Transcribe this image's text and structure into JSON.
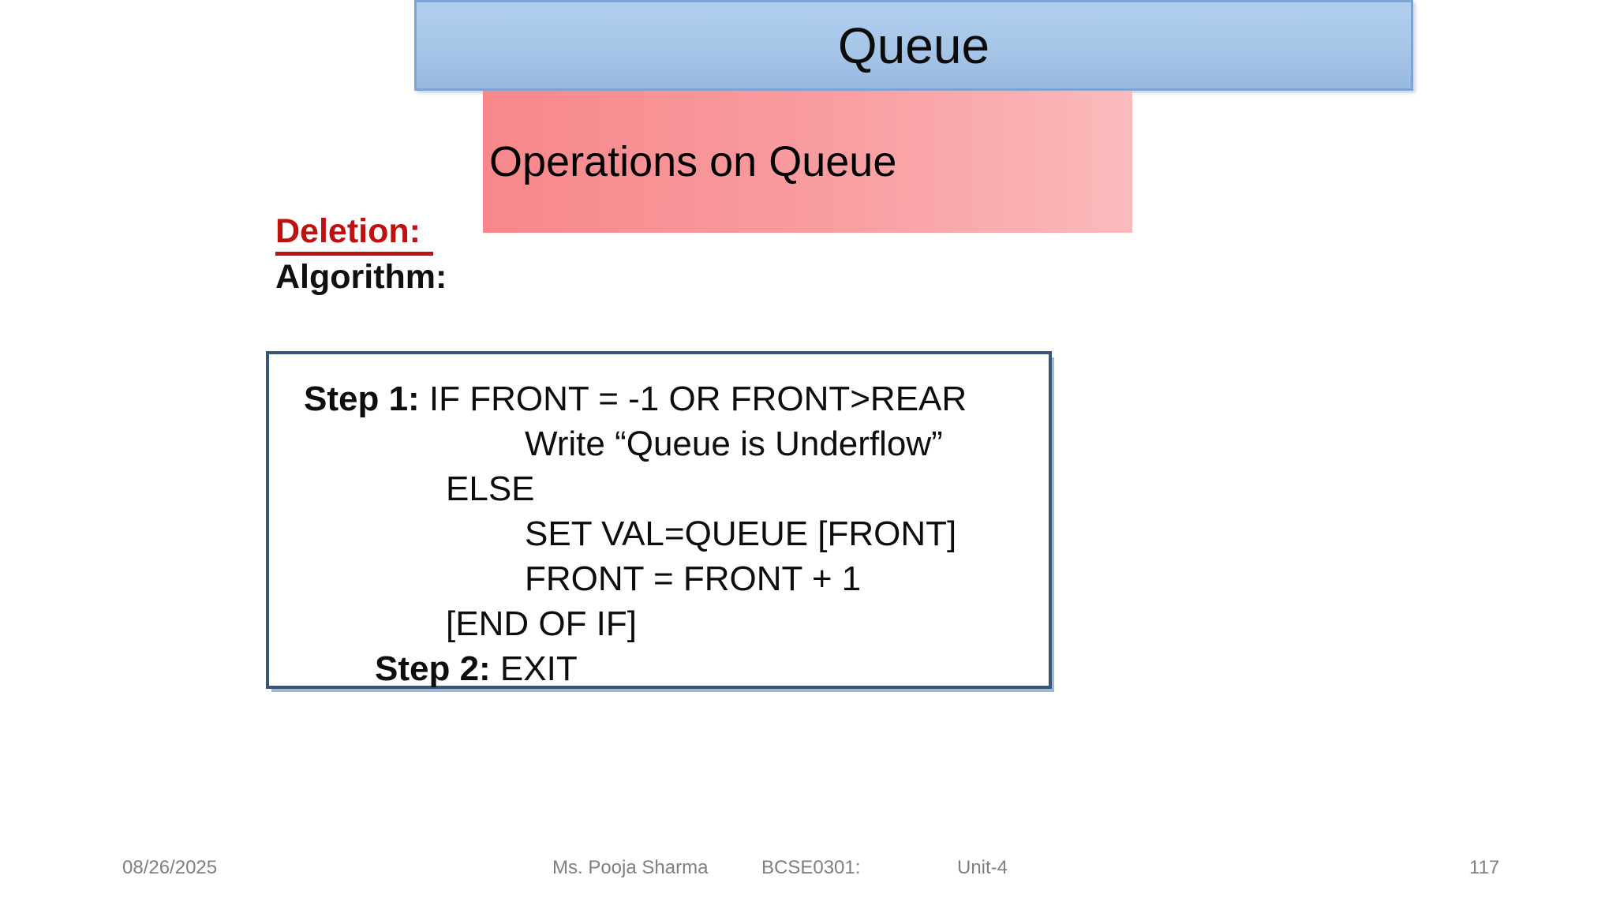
{
  "slide": {
    "title": "Queue",
    "subtitle": "Operations on Queue",
    "deletion_heading": "Deletion:",
    "algorithm_heading": "Algorithm:",
    "algorithm": {
      "lines": [
        {
          "prefix": "Step 1:",
          "text": " IF FRONT = -1 OR FRONT>REAR",
          "indent": 0
        },
        {
          "prefix": "",
          "text": "Write “Queue is Underflow”",
          "indent": 3
        },
        {
          "prefix": "",
          "text": "ELSE",
          "indent": 2
        },
        {
          "prefix": "",
          "text": "SET VAL=QUEUE [FRONT]",
          "indent": 3
        },
        {
          "prefix": "",
          "text": "FRONT = FRONT + 1",
          "indent": 3
        },
        {
          "prefix": "",
          "text": "[END OF IF]",
          "indent": 2
        },
        {
          "prefix": "Step 2:",
          "text": " EXIT",
          "indent": 1
        }
      ]
    },
    "footer": {
      "date": "08/26/2025",
      "author": "Ms. Pooja Sharma",
      "course_code": "BCSE0301:",
      "unit": "Unit-4",
      "page_number": "117"
    },
    "colors": {
      "title_banner_fill_top": "#b2cfee",
      "title_banner_fill_bottom": "#98b9df",
      "title_banner_border": "#7da4d2",
      "subtitle_banner_left": "#f7878b",
      "subtitle_banner_right": "#fbbabc",
      "deletion_red": "#c01111",
      "algorithm_box_border": "#365779",
      "footer_gray": "#7f7f7f"
    }
  }
}
